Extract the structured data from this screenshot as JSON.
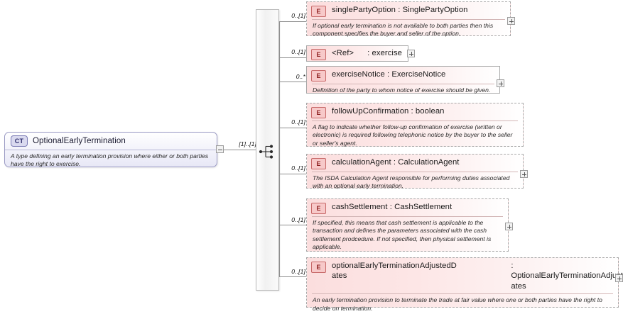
{
  "diagram": {
    "kind": "xsd-schema-diagram",
    "root": {
      "badge": "CT",
      "name": "OptionalEarlyTermination",
      "annotation": "A type defining an early termination provision where either or both parties have the right to exercise.",
      "cardinality": "[1]..[1]",
      "toggle": "collapse-toggle"
    },
    "compositor": {
      "icon": "sequence-icon",
      "label": "sequence"
    },
    "elements": [
      {
        "badge": "E",
        "name": "singlePartyOption : SinglePartyOption",
        "annotation": "If optional early termination is not available to both parties then this component specifies the buyer and seller of the option.",
        "cardinality": "0..[1]",
        "border": "dashed",
        "toggle": "expand-toggle"
      },
      {
        "badge": "E",
        "name": "<Ref>      : exercise",
        "annotation": "",
        "cardinality": "0..[1]",
        "border": "solid",
        "toggle": "expand-toggle"
      },
      {
        "badge": "E",
        "name": "exerciseNotice : ExerciseNotice",
        "annotation": "Definition of the party to whom notice of exercise should be given.",
        "cardinality": "0..*",
        "border": "solid",
        "toggle": "expand-toggle"
      },
      {
        "badge": "E",
        "name": "followUpConfirmation : boolean",
        "annotation": "A flag to indicate whether follow-up confirmation of exercise (written or electronic) is required following telephonic notice by the buyer to the seller or seller's agent.",
        "cardinality": "0..[1]",
        "border": "dashed",
        "toggle": ""
      },
      {
        "badge": "E",
        "name": "calculationAgent : CalculationAgent",
        "annotation": "The ISDA Calculation Agent responsible for performing duties associated with an optional early termination.",
        "cardinality": "0..[1]",
        "border": "dashed",
        "toggle": "expand-toggle"
      },
      {
        "badge": "E",
        "name": "cashSettlement : CashSettlement",
        "annotation": "If specified, this means that cash settlement is applicable to the transaction and defines the parameters associated with the cash settlement prodcedure. If not specified, then physical settlement is applicable.",
        "cardinality": "0..[1]",
        "border": "dashed",
        "toggle": "expand-toggle"
      },
      {
        "badge": "E",
        "name_line1": "optionalEarlyTerminationAdjustedD",
        "name_line2": "ates",
        "type_line1": ": OptionalEarlyTerminationAdjustedD",
        "type_line2": "ates",
        "annotation": "An early termination provision to terminate the trade at fair value where one or both parties have the right to decide on termination.",
        "cardinality": "0..[1]",
        "border": "dashed",
        "toggle": "expand-toggle"
      }
    ]
  },
  "colors": {
    "element_fill": "#fbdede",
    "element_badge_fill": "#f7c9c9",
    "element_badge_border": "#c86a6a",
    "type_fill": "#e8e8f6",
    "type_badge_fill": "#d9d9ef",
    "line": "#8e8e8e"
  }
}
